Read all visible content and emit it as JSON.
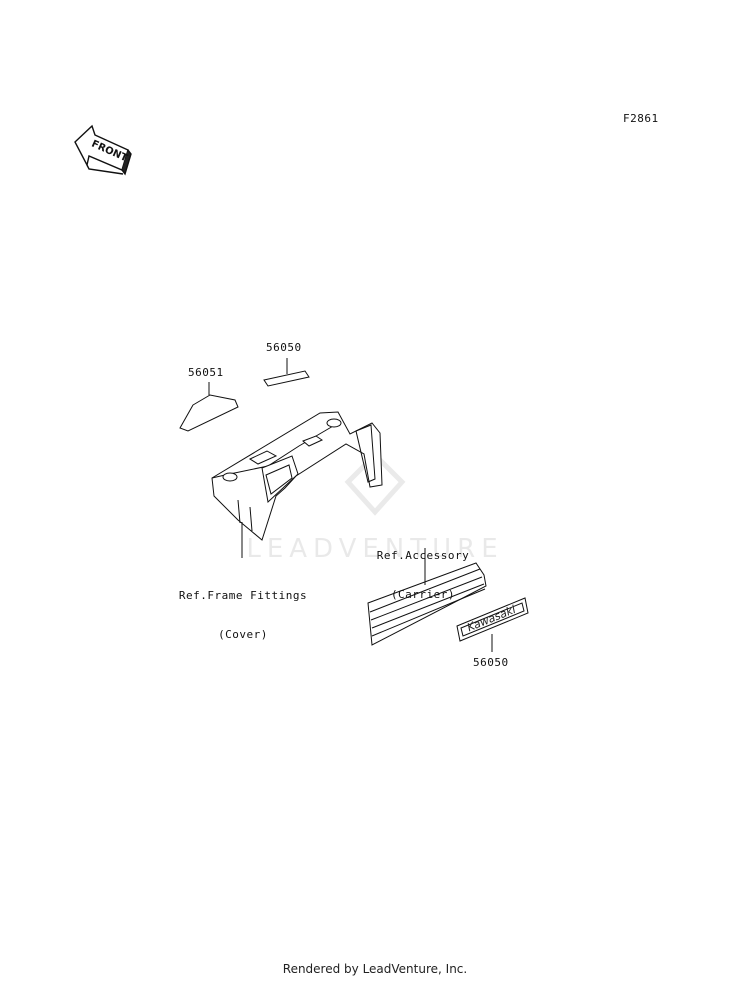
{
  "figure_code": "F2861",
  "front_arrow_text": "FRONT",
  "watermark_text": "LEADVENTURE",
  "labels": {
    "part_56051": "56051",
    "part_56050_top": "56050",
    "part_56050_bottom": "56050",
    "ref_frame_line1": "Ref.Frame Fittings",
    "ref_frame_line2": "(Cover)",
    "ref_accessory_line1": "Ref.Accessory",
    "ref_accessory_line2": "(Carrier)"
  },
  "emblem_text": "Kawasaki",
  "footer": "Rendered by LeadVenture, Inc."
}
